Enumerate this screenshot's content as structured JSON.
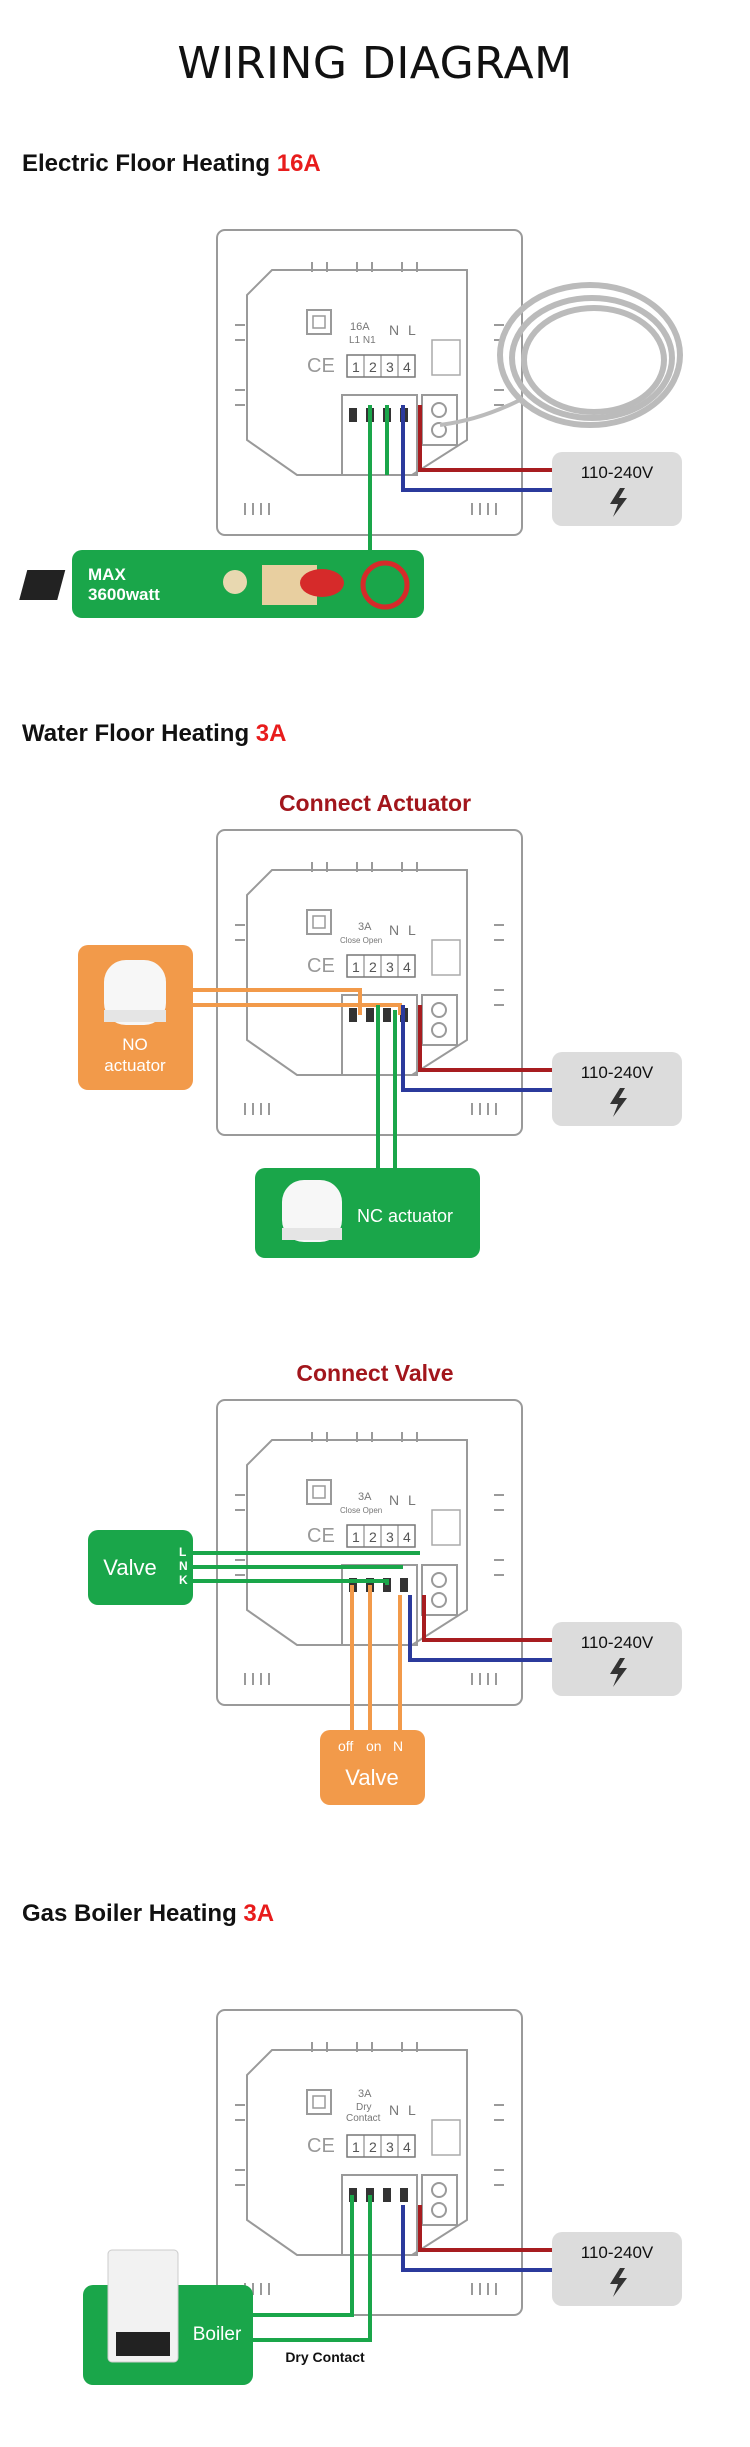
{
  "title": "WIRING DIAGRAM",
  "sections": [
    {
      "name": "Electric Floor Heating",
      "amp": "16A",
      "terminal_top": "16A",
      "terminal_sub": "L1 N1",
      "load_label_1": "MAX",
      "load_label_2": "3600watt"
    },
    {
      "name": "Water Floor Heating",
      "amp": "3A",
      "subtitle": "Connect Actuator",
      "terminal_top": "3A",
      "terminal_sub": "Close Open",
      "no_actuator_1": "NO",
      "no_actuator_2": "actuator",
      "nc_actuator": "NC actuator"
    },
    {
      "name": "",
      "amp": "",
      "subtitle": "Connect Valve",
      "terminal_top": "3A",
      "terminal_sub": "Close Open",
      "valve_left": "Valve",
      "valve_lnk": [
        "L",
        "N",
        "K"
      ],
      "valve_bottom": "Valve",
      "valve_bottom_labels": [
        "off",
        "on",
        "N"
      ]
    },
    {
      "name": "Gas Boiler Heating",
      "amp": "3A",
      "terminal_top": "3A",
      "terminal_sub_1": "Dry",
      "terminal_sub_2": "Contact",
      "boiler_label": "Boiler",
      "dry_contact": "Dry Contact"
    }
  ],
  "terminals": [
    "1",
    "2",
    "3",
    "4"
  ],
  "terminal_NL": [
    "N",
    "L"
  ],
  "power": "110-240V",
  "ce_mark": "CE",
  "colors": {
    "green": "#1aa64a",
    "orange": "#f29a4a",
    "red_wire": "#a71d20",
    "blue_wire": "#2b3a9c",
    "title_red": "#e81c1c",
    "subtitle_red": "#a2161c",
    "panel": "#9a9a9a",
    "power_box": "#dcdcdc"
  }
}
